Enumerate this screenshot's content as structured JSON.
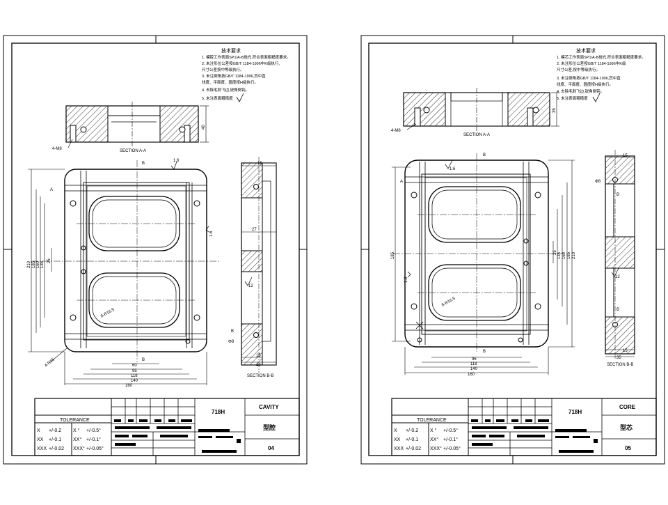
{
  "sheets": [
    {
      "id": "cavity",
      "notes_title": "技术要求",
      "notes": [
        "1. 模腔工作表面SP1/A-B抛光,符合表面粗糙度要求。",
        "2. 未注形位公差按GB/T 1184-1996中K级执行,",
        "   尺寸公差按中等级执行。",
        "3. 未注倒角按GB/T 1184-1996,其中直",
        "   线度、平面度、圆度按H级执行。",
        "4. 去除毛刺飞边,锐角倒钝。",
        "5. 未注表面粗糙度"
      ],
      "section_top_label": "SECTION A-A",
      "section_side_label": "SECTION B-B",
      "dims": {
        "thread": "4-M8",
        "top_depth": "40",
        "side_top": "15",
        "side_mid": "27",
        "side_bot_a": "15",
        "side_bot_b": "40",
        "roughness_a": "1.6",
        "roughness_b": "1.6",
        "roughness_c": "12",
        "fillet": "8-R16.5",
        "corner_r": "4-R15",
        "w60": "60",
        "w95": "95",
        "w118": "118",
        "w140": "140",
        "w160": "160",
        "v210": "210",
        "v185": "185",
        "v160": "160",
        "v135": "135",
        "v25": "25",
        "sec_mark": "B",
        "sec_a": "A",
        "dia": "Φ8"
      },
      "title_block": {
        "tolerance_heading": "TOLERANCE",
        "tol_rows": [
          [
            "X",
            "+/-0.2",
            "X °",
            "+/-0.5°"
          ],
          [
            "XX",
            "+/-0.1",
            "XX°",
            "+/-0.1°"
          ],
          [
            "XXX",
            "+/-0.02",
            "XXX°",
            "+/-0.05°"
          ]
        ],
        "material": "718H",
        "part_name": "CAVITY",
        "part_name_cn": "型腔",
        "sheet_no": "04"
      }
    },
    {
      "id": "core",
      "notes_title": "技术要求",
      "notes": [
        "1. 模芯工作表面SP1/A-B抛光,符合表面粗糙度要求。",
        "2. 未注形位公差按GB/T 1184-1996中K级",
        "   尺寸公差,按中等级执行。",
        "3. 未注倒角按GB/T 1184-1996,其中直",
        "   线度、平面度、圆度按H级执行。",
        "4. 去除毛刺飞边,锐角倒钝。",
        "5. 未注表面粗糙度"
      ],
      "section_top_label": "SECTION A-A",
      "section_side_label": "SECTION B-B",
      "dims": {
        "thread": "4-M8",
        "top_depth": "35",
        "side_top": "15",
        "side_bot_a": "15",
        "side_bot_b": "35",
        "roughness_a": "1.6",
        "roughness_b": "1.6",
        "roughness_c": "12",
        "fillet": "8-R16.5",
        "w96": "96",
        "w118": "118",
        "w140": "140",
        "w160": "160",
        "v185": "185",
        "v210": "210",
        "v160": "160",
        "v135": "135",
        "v25": "25",
        "sec_mark": "B",
        "sec_a": "A",
        "dia": "Φ8"
      },
      "title_block": {
        "tolerance_heading": "TOLERANCE",
        "tol_rows": [
          [
            "X",
            "+/-0.2",
            "X °",
            "+/-0.5°"
          ],
          [
            "XX",
            "+/-0.1",
            "XX°",
            "+/-0.1°"
          ],
          [
            "XXX",
            "+/-0.02",
            "XXX°",
            "+/-0.05°"
          ]
        ],
        "material": "718H",
        "part_name": "CORE",
        "part_name_cn": "型芯",
        "sheet_no": "05"
      }
    }
  ]
}
